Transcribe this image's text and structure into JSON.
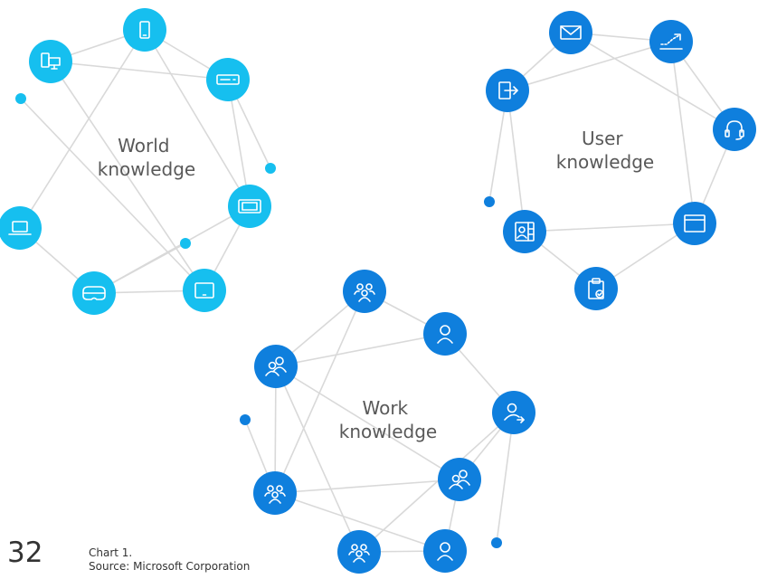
{
  "clusters": [
    {
      "id": "world",
      "label_lines": [
        "World",
        "knowledge"
      ],
      "color": "#16BFEF",
      "nodes": [
        {
          "id": "phone",
          "icon": "phone-icon"
        },
        {
          "id": "devices",
          "icon": "devices-icon"
        },
        {
          "id": "server",
          "icon": "server-icon"
        },
        {
          "id": "tablet-wide",
          "icon": "tablet-wide-icon"
        },
        {
          "id": "laptop",
          "icon": "laptop-icon"
        },
        {
          "id": "headset",
          "icon": "mixed-reality-headset-icon"
        },
        {
          "id": "tablet",
          "icon": "tablet-icon"
        }
      ]
    },
    {
      "id": "user",
      "label_lines": [
        "User",
        "knowledge"
      ],
      "color": "#0F7FDD",
      "nodes": [
        {
          "id": "mail",
          "icon": "mail-icon"
        },
        {
          "id": "trending",
          "icon": "trending-up-icon"
        },
        {
          "id": "signin",
          "icon": "sign-in-icon"
        },
        {
          "id": "support",
          "icon": "headset-support-icon"
        },
        {
          "id": "calendar",
          "icon": "calendar-icon"
        },
        {
          "id": "contact",
          "icon": "contact-card-icon"
        },
        {
          "id": "clipboard",
          "icon": "clipboard-check-icon"
        }
      ]
    },
    {
      "id": "work",
      "label_lines": [
        "Work",
        "knowledge"
      ],
      "color": "#0F7FDD",
      "nodes": [
        {
          "id": "team-top",
          "icon": "team-icon"
        },
        {
          "id": "person-top",
          "icon": "person-icon"
        },
        {
          "id": "people-left",
          "icon": "people-icon"
        },
        {
          "id": "person-share",
          "icon": "person-share-icon"
        },
        {
          "id": "team-left",
          "icon": "team-icon"
        },
        {
          "id": "people-right",
          "icon": "people-icon"
        },
        {
          "id": "team-bottom",
          "icon": "team-icon"
        },
        {
          "id": "person-bottom",
          "icon": "person-icon"
        }
      ]
    }
  ],
  "colors": {
    "edge": "#D9D9D9",
    "label": "#595959",
    "text": "#333333"
  },
  "footer": {
    "page_number": "32",
    "caption": "Chart 1.",
    "source": "Source: Microsoft Corporation"
  }
}
